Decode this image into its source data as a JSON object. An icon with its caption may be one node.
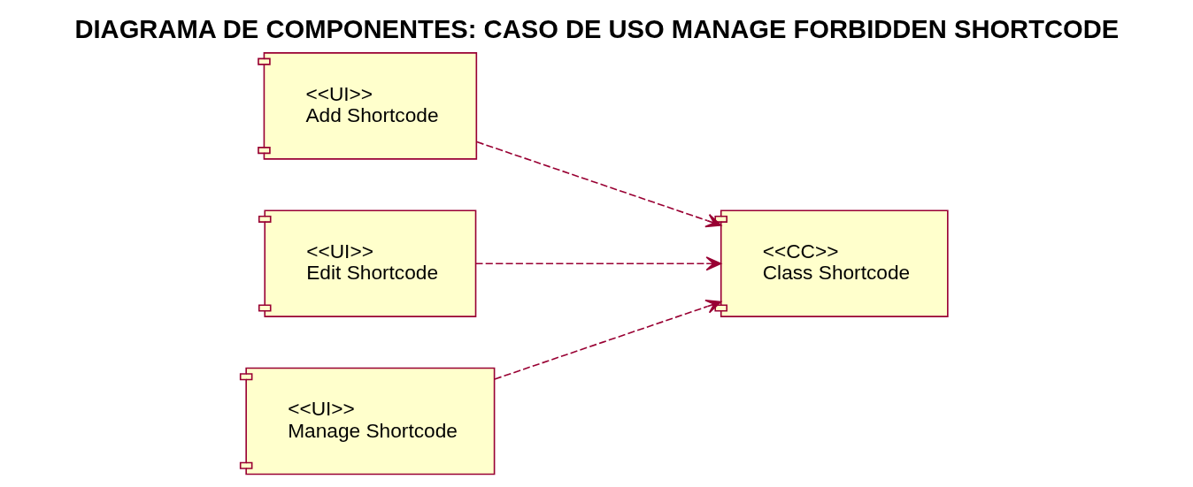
{
  "diagram": {
    "title": "DIAGRAMA DE COMPONENTES: CASO DE USO MANAGE FORBIDDEN SHORTCODE",
    "nodes": [
      {
        "text": [
          "<<UI>>",
          "Add Shortcode"
        ]
      },
      {
        "text": [
          "<<UI>>",
          "Edit Shortcode"
        ]
      },
      {
        "text": [
          "<<UI>>",
          "Manage Shortcode"
        ]
      },
      {
        "text": [
          "<<CC>>",
          "Class Shortcode"
        ]
      }
    ],
    "edges": [
      {
        "from": 0,
        "to": 3,
        "arrow": "to",
        "style": "dashed"
      },
      {
        "from": 1,
        "to": 3,
        "arrow": "to",
        "style": "dashed"
      },
      {
        "from": 2,
        "to": 3,
        "arrow": "to",
        "style": "dashed"
      }
    ]
  }
}
